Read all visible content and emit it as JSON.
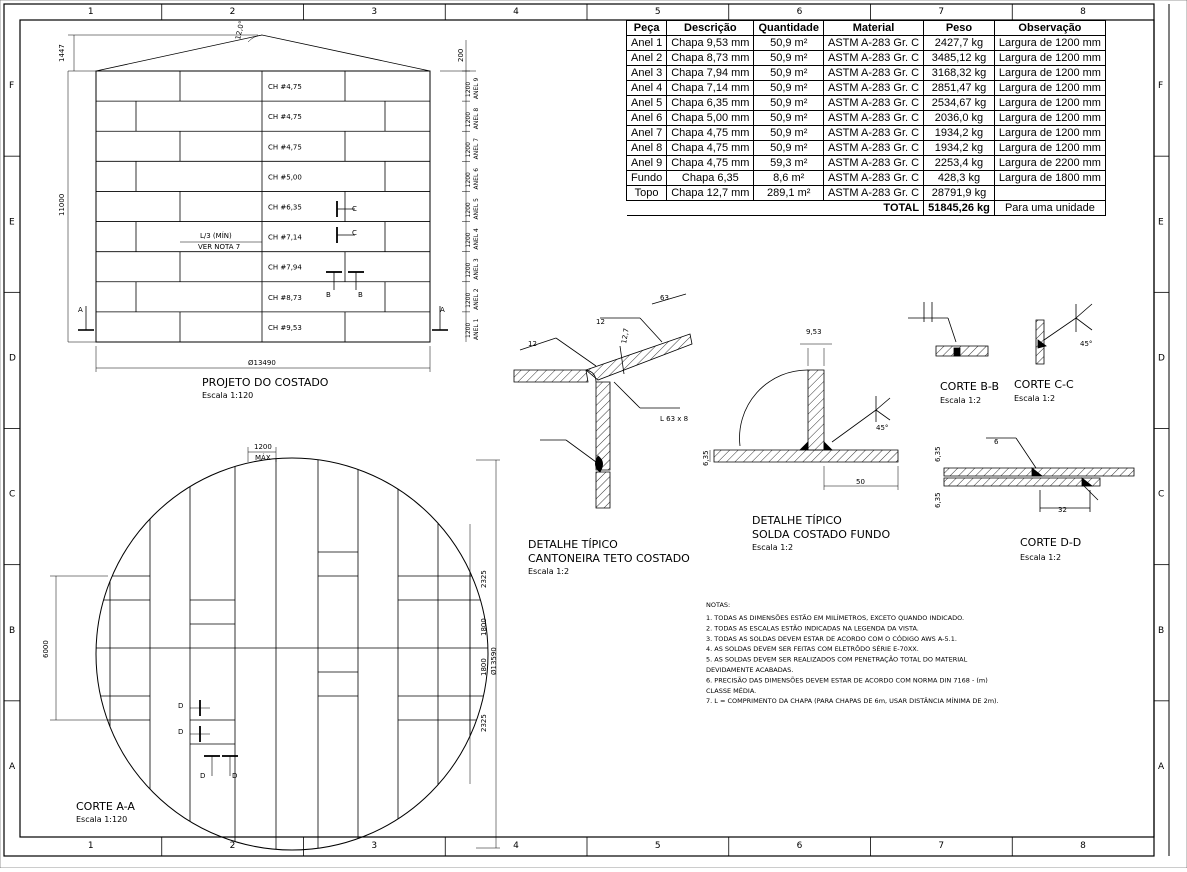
{
  "grid": {
    "cols": [
      "1",
      "2",
      "3",
      "4",
      "5",
      "6",
      "7",
      "8"
    ],
    "rows": [
      "F",
      "E",
      "D",
      "C",
      "B",
      "A"
    ]
  },
  "bom": {
    "headers": [
      "Peça",
      "Descrição",
      "Quantidade",
      "Material",
      "Peso",
      "Observação"
    ],
    "rows": [
      [
        "Anel 1",
        "Chapa 9,53 mm",
        "50,9 m²",
        "ASTM A-283 Gr. C",
        "2427,7 kg",
        "Largura de 1200 mm"
      ],
      [
        "Anel 2",
        "Chapa 8,73 mm",
        "50,9 m²",
        "ASTM A-283 Gr. C",
        "3485,12 kg",
        "Largura de 1200 mm"
      ],
      [
        "Anel 3",
        "Chapa 7,94 mm",
        "50,9 m²",
        "ASTM A-283 Gr. C",
        "3168,32 kg",
        "Largura de 1200 mm"
      ],
      [
        "Anel 4",
        "Chapa 7,14 mm",
        "50,9 m²",
        "ASTM A-283 Gr. C",
        "2851,47 kg",
        "Largura de 1200 mm"
      ],
      [
        "Anel 5",
        "Chapa 6,35 mm",
        "50,9 m²",
        "ASTM A-283 Gr. C",
        "2534,67 kg",
        "Largura de 1200 mm"
      ],
      [
        "Anel 6",
        "Chapa 5,00 mm",
        "50,9 m²",
        "ASTM A-283 Gr. C",
        "2036,0 kg",
        "Largura de 1200 mm"
      ],
      [
        "Anel 7",
        "Chapa 4,75 mm",
        "50,9 m²",
        "ASTM A-283 Gr. C",
        "1934,2 kg",
        "Largura de 1200 mm"
      ],
      [
        "Anel 8",
        "Chapa 4,75 mm",
        "50,9 m²",
        "ASTM A-283 Gr. C",
        "1934,2 kg",
        "Largura de 1200 mm"
      ],
      [
        "Anel 9",
        "Chapa 4,75 mm",
        "59,3 m²",
        "ASTM A-283 Gr. C",
        "2253,4 kg",
        "Largura de 2200 mm"
      ],
      [
        "Fundo",
        "Chapa 6,35",
        "8,6 m²",
        "ASTM A-283 Gr. C",
        "428,3 kg",
        "Largura de 1800 mm"
      ],
      [
        "Topo",
        "Chapa 12,7 mm",
        "289,1 m²",
        "ASTM A-283 Gr. C",
        "28791,9 kg",
        ""
      ]
    ],
    "total_label": "TOTAL",
    "total_value": "51845,26 kg",
    "total_note": "Para uma unidade"
  },
  "shell": {
    "title": "PROJETO DO COSTADO",
    "scale": "Escala 1:120",
    "plates": [
      "CH #4,75",
      "CH #4,75",
      "CH #4,75",
      "CH #5,00",
      "CH #6,35",
      "CH #7,14",
      "CH #7,94",
      "CH #8,73",
      "CH #9,53"
    ],
    "rings": [
      "ANEL 9",
      "ANEL 8",
      "ANEL 7",
      "ANEL 6",
      "ANEL 5",
      "ANEL 4",
      "ANEL 3",
      "ANEL 2",
      "ANEL 1"
    ],
    "ring_heights": [
      "1200",
      "1200",
      "1200",
      "1200",
      "1200",
      "1200",
      "1200",
      "1200",
      "1200"
    ],
    "dim_roof_rise": "1447",
    "dim_angle": "12,0°",
    "dim_top": "200",
    "dim_height": "11000",
    "dim_diameter": "Ø13490",
    "note_l3": "L/3 (MÍN)",
    "note_ver": "VER NOTA 7",
    "cut_a": "A",
    "cut_b": "B",
    "cut_c": "C"
  },
  "bottom": {
    "title": "CORTE A-A",
    "scale": "Escala 1:120",
    "dim_max": "1200",
    "dim_max_label": "MÁX",
    "dim_6000": "6000",
    "dim_2325a": "2325",
    "dim_1800a": "1800",
    "dim_1800b": "1800",
    "dim_2325b": "2325",
    "dim_diameter": "Ø13590",
    "cut_d": "D"
  },
  "detail_roof": {
    "title1": "DETALHE TÍPICO",
    "title2": "CANTONEIRA TETO COSTADO",
    "scale": "Escala 1:2",
    "weld_12a": "12",
    "weld_12b": "12",
    "dim_63": "63",
    "dim_127": "12,7",
    "angle_label": "L 63 x 8"
  },
  "detail_bottom": {
    "title1": "DETALHE TÍPICO",
    "title2": "SOLDA COSTADO FUNDO",
    "scale": "Escala 1:2",
    "dim_953": "9,53",
    "dim_635": "6,35",
    "dim_50": "50",
    "angle": "45°"
  },
  "cut_bb": {
    "title": "CORTE B-B",
    "scale": "Escala 1:2"
  },
  "cut_cc": {
    "title": "CORTE C-C",
    "scale": "Escala 1:2",
    "angle": "45°"
  },
  "cut_dd": {
    "title": "CORTE D-D",
    "scale": "Escala 1:2",
    "weld": "6",
    "dim_635a": "6,35",
    "dim_635b": "6,35",
    "dim_32": "32"
  },
  "notes": {
    "heading": "NOTAS:",
    "items": [
      "1.   TODAS AS DIMENSÕES ESTÃO EM MILÍMETROS, EXCETO QUANDO INDICADO.",
      "2.   TODAS AS ESCALAS ESTÃO INDICADAS NA LEGENDA DA VISTA.",
      "3.   TODAS AS SOLDAS DEVEM ESTAR DE ACORDO COM O CÓDIGO AWS A-5.1.",
      "4.   AS SOLDAS DEVEM SER FEITAS COM ELETRÔDO SÉRIE E-70XX.",
      "5.   AS SOLDAS DEVEM SER REALIZADOS COM PENETRAÇÃO TOTAL DO MATERIAL",
      "       DEVIDAMENTE ACABADAS.",
      "6.   PRECISÃO DAS DIMENSÕES DEVEM ESTAR DE ACORDO COM NORMA DIN 7168 - (m)",
      "       CLASSE MÉDIA.",
      "7.   L = COMPRIMENTO DA CHAPA (PARA CHAPAS DE 6m, USAR DISTÂNCIA MÍNIMA DE 2m)."
    ]
  }
}
